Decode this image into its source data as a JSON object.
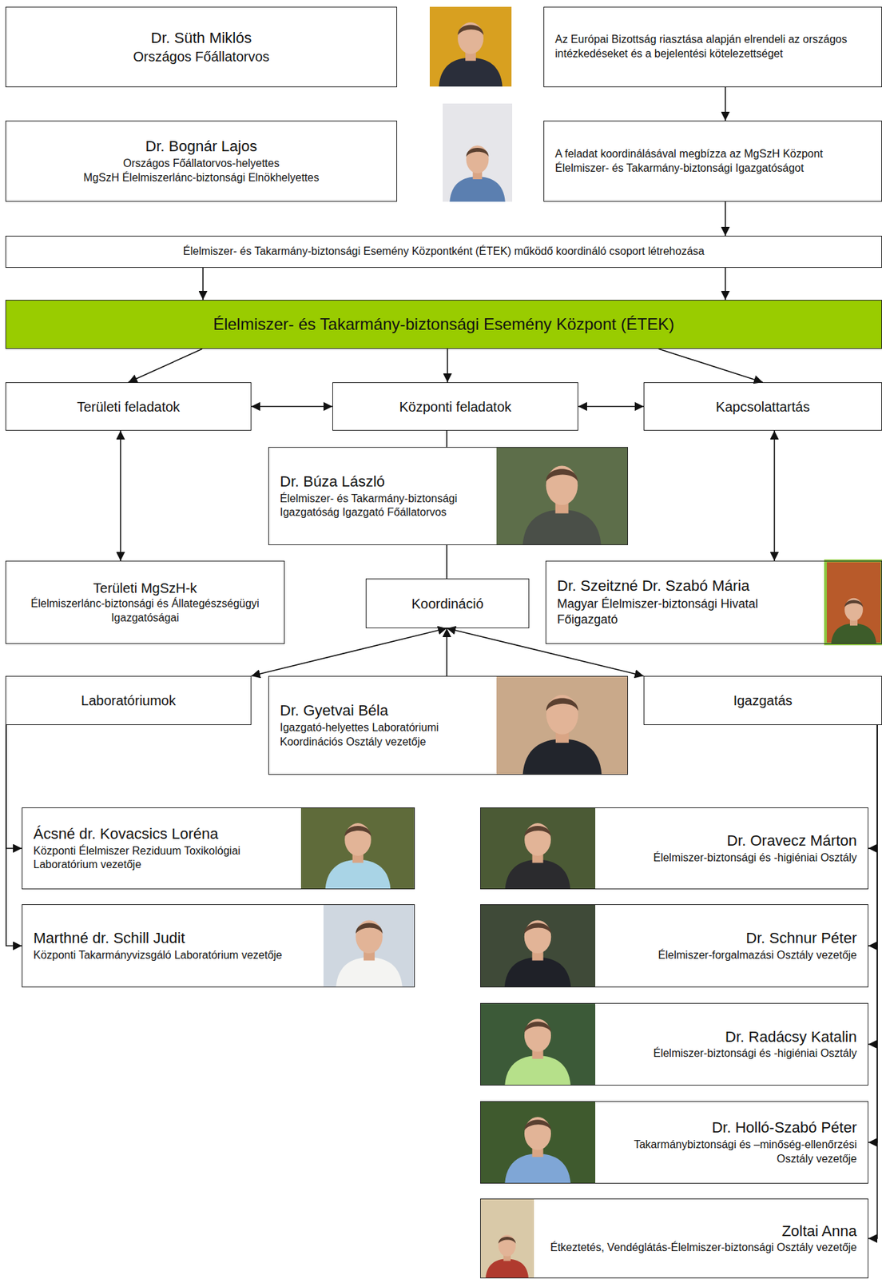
{
  "diagram": {
    "nodes": [
      {
        "text": [
          "Dr. Süth Miklós",
          "Országos Főállatorvos"
        ]
      },
      {
        "text": [
          "Az Európai Bizottság riasztása alapján elrendeli az országos intézkedéseket és a bejelentési kötelezettséget"
        ]
      },
      {
        "text": [
          "Dr. Bognár Lajos",
          "Országos Főállatorvos-helyettes",
          "MgSzH Élelmiszerlánc-biztonsági Elnökhelyettes"
        ]
      },
      {
        "text": [
          "A feladat koordinálásával megbízza az MgSzH Központ Élelmiszer- és Takarmány-biztonsági Igazgatóságot"
        ]
      },
      {
        "text": [
          "Élelmiszer- és Takarmány-biztonsági Esemény Központként (ÉTEK) működő koordináló csoport létrehozása"
        ]
      },
      {
        "text": [
          "Élelmiszer- és Takarmány-biztonsági Esemény Központ (ÉTEK)"
        ]
      },
      {
        "text": [
          "Területi feladatok"
        ]
      },
      {
        "text": [
          "Központi feladatok"
        ]
      },
      {
        "text": [
          "Kapcsolattartás"
        ]
      },
      {
        "text": [
          "Dr. Búza László",
          "Élelmiszer- és Takarmány-biztonsági Igazgatóság Igazgató Főállatorvos"
        ]
      },
      {
        "text": [
          "Területi MgSzH-k",
          "Élelmiszerlánc-biztonsági és Állategészségügyi Igazgatóságai"
        ]
      },
      {
        "text": [
          "Koordináció"
        ]
      },
      {
        "text": [
          "Dr. Szeitzné Dr. Szabó Mária",
          "Magyar Élelmiszer-biztonsági Hivatal Főigazgató"
        ]
      },
      {
        "text": [
          "Laboratóriumok"
        ]
      },
      {
        "text": [
          "Dr. Gyetvai Béla",
          "Igazgató-helyettes Laboratóriumi Koordinációs Osztály vezetője"
        ]
      },
      {
        "text": [
          "Igazgatás"
        ]
      },
      {
        "text": [
          "Ácsné dr. Kovacsics Loréna",
          "Központi Élelmiszer Reziduum Toxikológiai Laboratórium vezetője"
        ]
      },
      {
        "text": [
          "Dr. Oravecz Márton",
          "Élelmiszer-biztonsági és -higiéniai Osztály"
        ]
      },
      {
        "text": [
          "Marthné dr. Schill Judit",
          "Központi Takarmányvizsgáló Laboratórium vezetője"
        ]
      },
      {
        "text": [
          "Dr. Schnur Péter",
          "Élelmiszer-forgalmazási Osztály vezetője"
        ]
      },
      {
        "text": [
          "Dr. Radácsy Katalin",
          "Élelmiszer-biztonsági és -higiéniai Osztály"
        ]
      },
      {
        "text": [
          "Dr. Holló-Szabó Péter",
          "Takarmánybiztonsági és –minőség-ellenőrzési Osztály vezetője"
        ]
      },
      {
        "text": [
          "Zoltai Anna",
          "Étkeztetés, Vendéglátás-Élelmiszer-biztonsági Osztály vezetője"
        ]
      }
    ],
    "edges": [
      {
        "from": 1,
        "to": 3,
        "arrow": "to"
      },
      {
        "from": 3,
        "to": 4,
        "arrow": "to"
      },
      {
        "from": 4,
        "to": 5,
        "arrow": "to"
      },
      {
        "from": 4,
        "to": 5,
        "arrow": "to"
      },
      {
        "from": 5,
        "to": 6,
        "arrow": "to"
      },
      {
        "from": 5,
        "to": 7,
        "arrow": "to"
      },
      {
        "from": 5,
        "to": 8,
        "arrow": "to"
      },
      {
        "from": 6,
        "to": 7,
        "arrow": "both"
      },
      {
        "from": 7,
        "to": 8,
        "arrow": "both"
      },
      {
        "from": 6,
        "to": 10,
        "arrow": "both"
      },
      {
        "from": 8,
        "to": 12,
        "arrow": "both"
      },
      {
        "from": 7,
        "to": 9,
        "arrow": "none"
      },
      {
        "from": 9,
        "to": 11,
        "arrow": "none"
      },
      {
        "from": 14,
        "to": 11,
        "arrow": "to"
      },
      {
        "from": 11,
        "to": 13,
        "arrow": "both"
      },
      {
        "from": 11,
        "to": 15,
        "arrow": "both"
      },
      {
        "from": 13,
        "to": 16,
        "arrow": "to"
      },
      {
        "from": 13,
        "to": 18,
        "arrow": "to"
      },
      {
        "from": 15,
        "to": 17,
        "arrow": "to"
      },
      {
        "from": 15,
        "to": 19,
        "arrow": "to"
      },
      {
        "from": 15,
        "to": 20,
        "arrow": "to"
      },
      {
        "from": 15,
        "to": 21,
        "arrow": "to"
      },
      {
        "from": 15,
        "to": 22,
        "arrow": "to"
      }
    ]
  }
}
